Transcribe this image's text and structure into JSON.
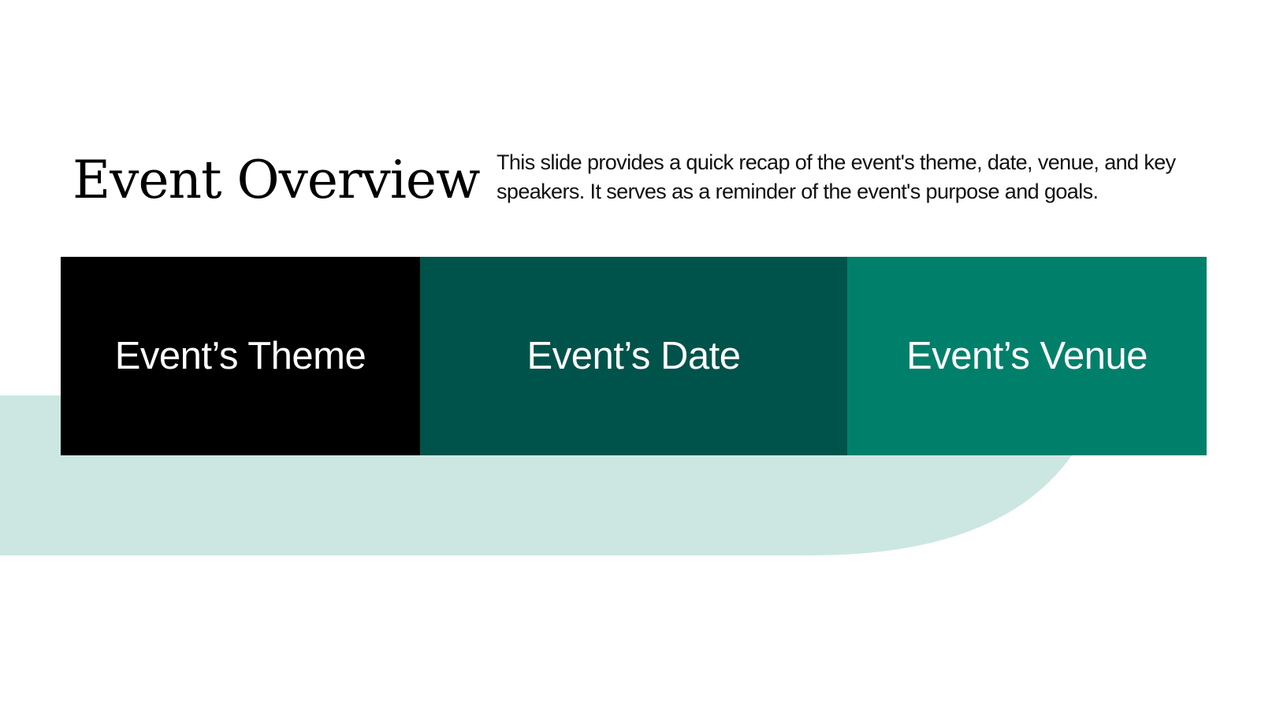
{
  "slide": {
    "title": "Event Overview",
    "description": "This slide provides a quick recap of the event's theme, date, venue, and key speakers. It serves as a reminder of the event's purpose and goals."
  },
  "cards": [
    {
      "label": "Event’s Theme",
      "color": "#000000"
    },
    {
      "label": "Event’s Date",
      "color": "#00534A"
    },
    {
      "label": "Event’s Venue",
      "color": "#00806A"
    }
  ],
  "colors": {
    "background": "#FFFFFF",
    "accent_band": "#CCE7E2"
  }
}
